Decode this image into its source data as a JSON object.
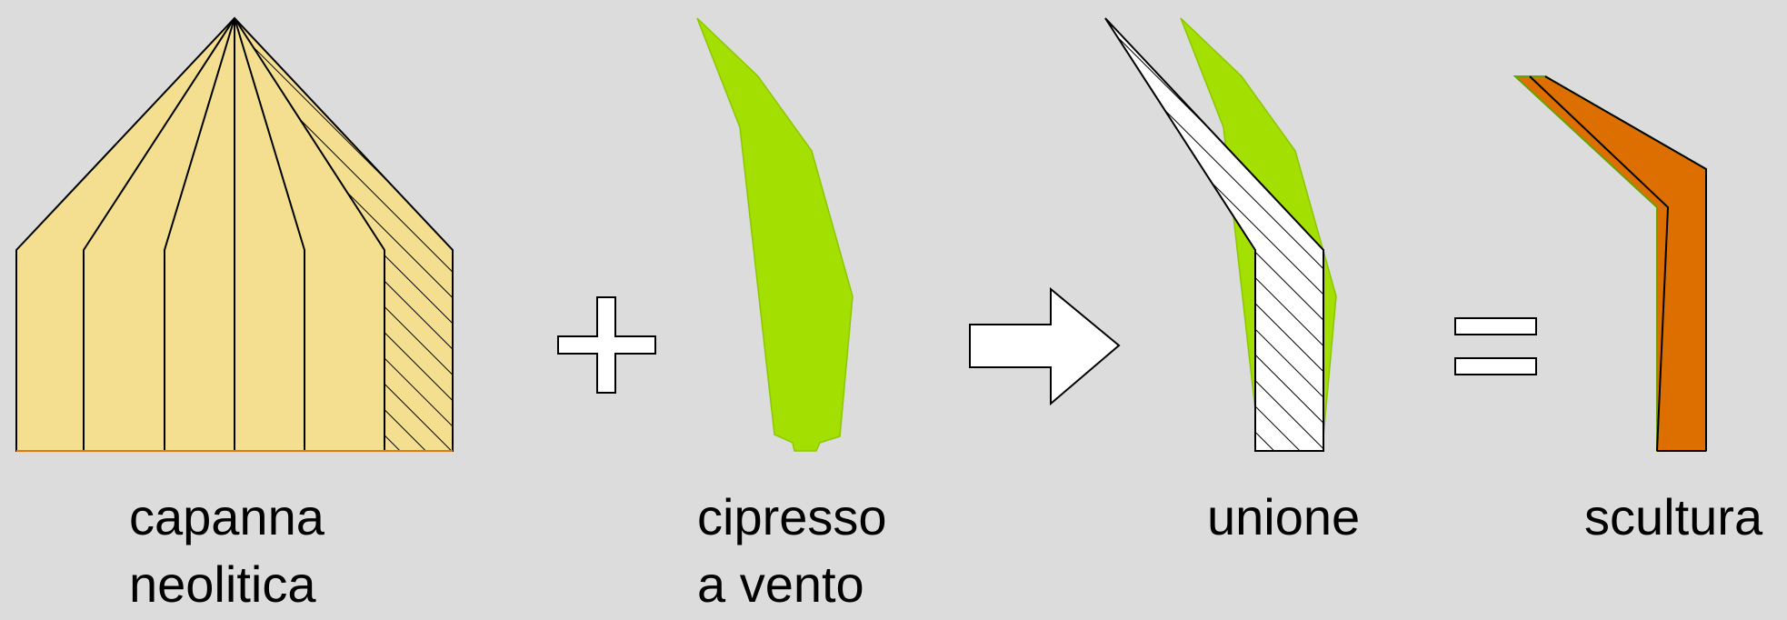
{
  "labels": {
    "hut": [
      "capanna",
      "neolitica"
    ],
    "cypress": [
      "cipresso",
      "a vento"
    ],
    "union": [
      "unione"
    ],
    "sculpture": [
      "scultura"
    ]
  },
  "colors": {
    "background": "#dcdcdc",
    "hut_fill": "#f3df8f",
    "cypress_fill": "#a3df00",
    "sculpture_fill": "#dc6f00",
    "outline": "#000000"
  },
  "symbols": [
    "plus-sign",
    "arrow-right",
    "equals-sign"
  ]
}
